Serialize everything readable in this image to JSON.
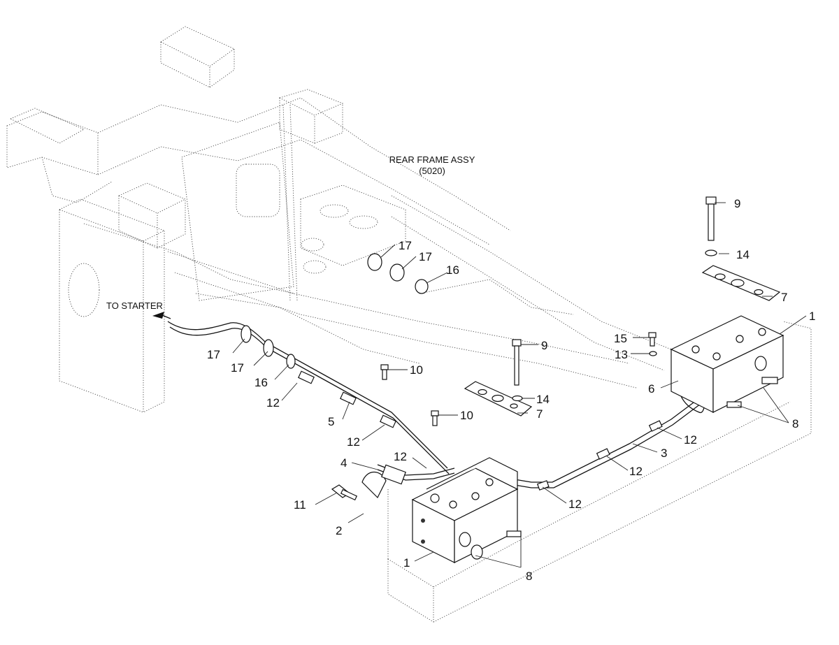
{
  "labels": {
    "frame_assy_line1": "REAR FRAME ASSY",
    "frame_assy_line2": "(5020)",
    "to_starter": "TO STARTER"
  },
  "callouts": {
    "c1_right": "1",
    "c1_left": "1",
    "c2": "2",
    "c3": "3",
    "c4": "4",
    "c5": "5",
    "c6": "6",
    "c7_top": "7",
    "c7_mid": "7",
    "c8_right": "8",
    "c8_bottom": "8",
    "c9_top": "9",
    "c9_mid": "9",
    "c10_a": "10",
    "c10_b": "10",
    "c11": "11",
    "c12_a": "12",
    "c12_b": "12",
    "c12_c": "12",
    "c12_d": "12",
    "c12_e": "12",
    "c12_f": "12",
    "c13": "13",
    "c14_top": "14",
    "c14_mid": "14",
    "c15": "15",
    "c16_left": "16",
    "c16_top": "16",
    "c17_a": "17",
    "c17_b": "17",
    "c17_c": "17",
    "c17_d": "17"
  }
}
